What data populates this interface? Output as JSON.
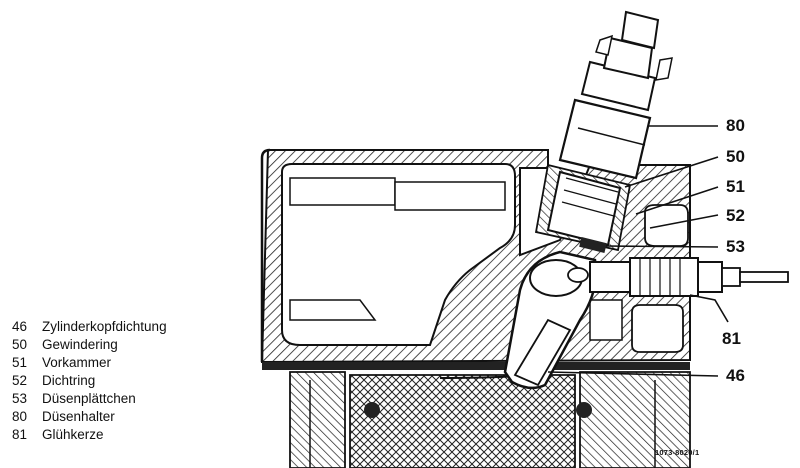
{
  "legend": [
    {
      "num": "46",
      "label": "Zylinderkopfdichtung"
    },
    {
      "num": "50",
      "label": "Gewindering"
    },
    {
      "num": "51",
      "label": "Vorkammer"
    },
    {
      "num": "52",
      "label": "Dichtring"
    },
    {
      "num": "53",
      "label": "Düsenplättchen"
    },
    {
      "num": "80",
      "label": "Düsenhalter"
    },
    {
      "num": "81",
      "label": "Glühkerze"
    }
  ],
  "callouts": {
    "c80": "80",
    "c50": "50",
    "c51": "51",
    "c52": "52",
    "c53": "53",
    "c81": "81",
    "c46": "46"
  },
  "reference_code": "1073-8020/1"
}
